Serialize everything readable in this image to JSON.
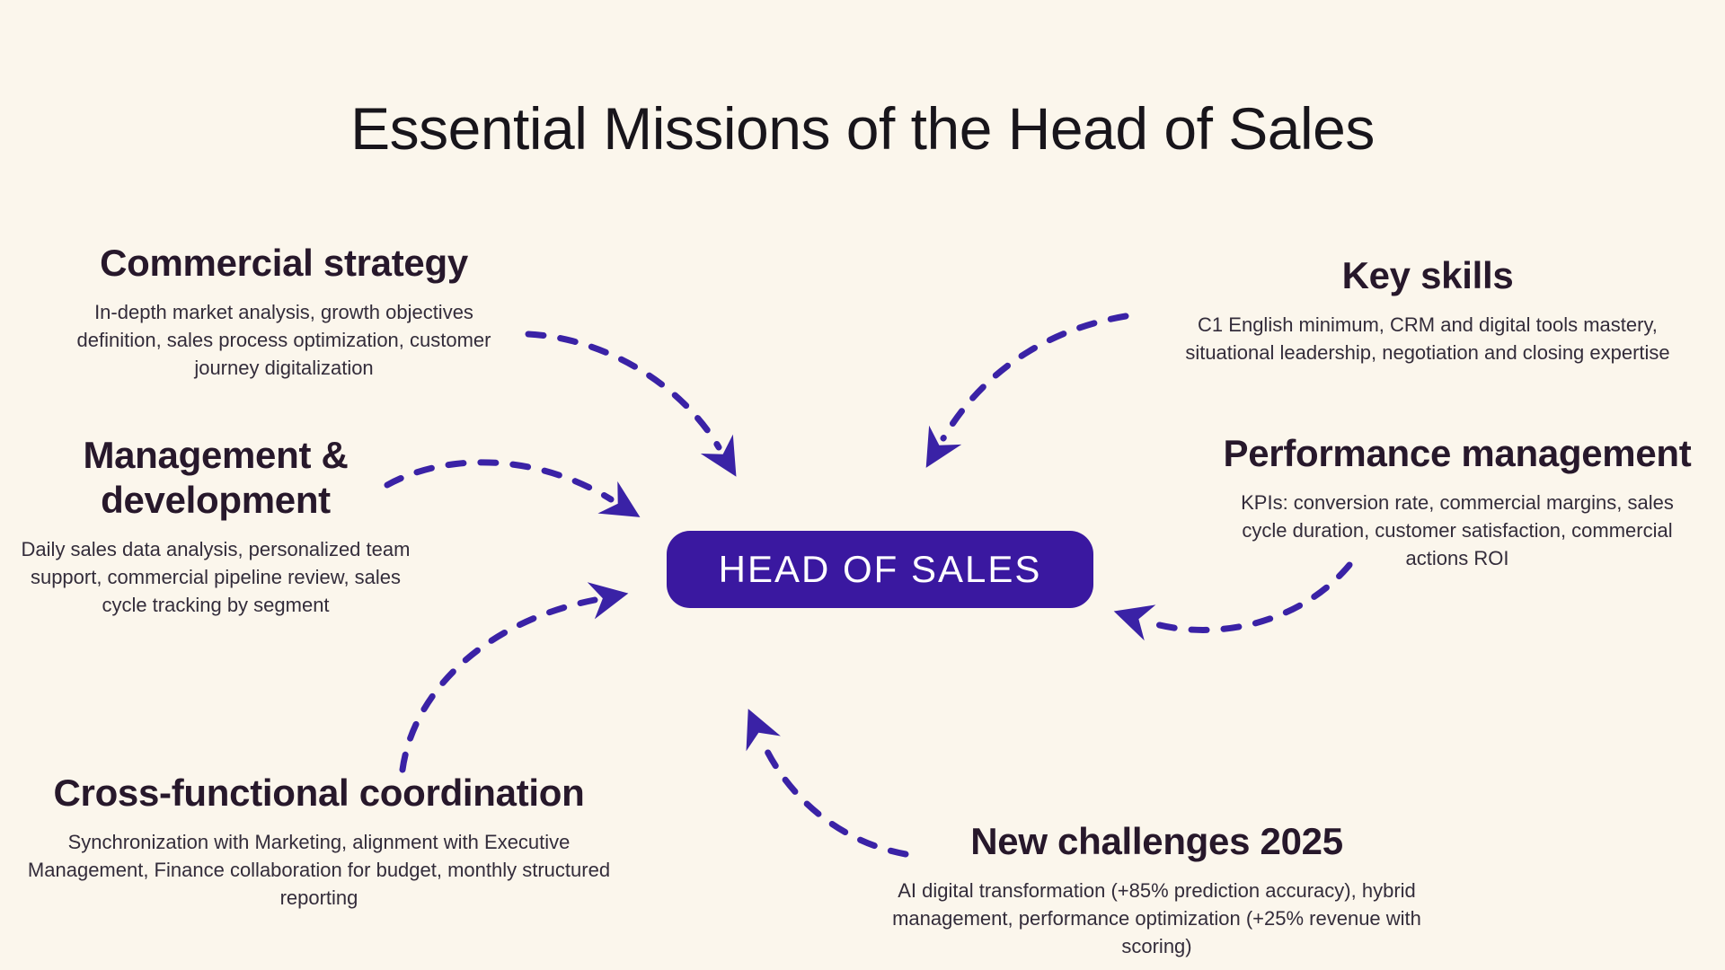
{
  "title": "Essential Missions of the Head of Sales",
  "center_label": "HEAD OF SALES",
  "colors": {
    "background": "#fbf6ec",
    "title_text": "#18151b",
    "heading_text": "#27182b",
    "body_text": "#332c3a",
    "pill_background": "#3a18a0",
    "pill_text": "#ffffff",
    "arrow": "#3a22a6"
  },
  "sections": [
    {
      "id": "commercial-strategy",
      "heading": "Commercial strategy",
      "lines": [
        "In-depth market analysis, growth objectives",
        "definition, sales process optimization, customer",
        "journey digitalization"
      ]
    },
    {
      "id": "management-development",
      "heading": "Management & development",
      "lines": [
        "Daily sales data analysis, personalized team",
        "support, commercial pipeline review, sales",
        "cycle tracking by segment"
      ]
    },
    {
      "id": "cross-functional-coordination",
      "heading": "Cross-functional coordination",
      "lines": [
        "Synchronization with Marketing, alignment with Executive",
        "Management, Finance collaboration for budget, monthly structured",
        "reporting"
      ]
    },
    {
      "id": "key-skills",
      "heading": "Key skills",
      "lines": [
        "C1 English minimum, CRM and digital tools mastery,",
        "situational leadership, negotiation and closing expertise"
      ]
    },
    {
      "id": "performance-management",
      "heading": "Performance management",
      "lines": [
        "KPIs: conversion rate, commercial margins, sales",
        "cycle duration, customer satisfaction, commercial",
        "actions ROI"
      ]
    },
    {
      "id": "new-challenges-2025",
      "heading": "New challenges 2025",
      "lines": [
        "AI digital transformation (+85% prediction accuracy), hybrid",
        "management, performance optimization (+25% revenue with",
        "scoring)"
      ]
    }
  ]
}
